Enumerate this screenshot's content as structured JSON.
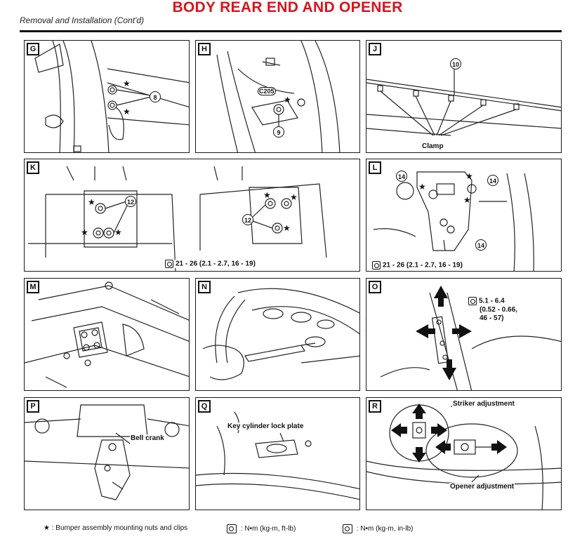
{
  "header": {
    "title": "BODY REAR END AND OPENER",
    "subtitle": "Removal and Installation (Cont'd)"
  },
  "colors": {
    "title": "#d8141c",
    "line": "#1a1a1a"
  },
  "panels": {
    "G": {
      "letter": "G",
      "callouts": [
        "8"
      ],
      "star": "★"
    },
    "H": {
      "letter": "H",
      "connector": "C205",
      "callouts": [
        "9"
      ],
      "star": "★"
    },
    "J": {
      "letter": "J",
      "callouts": [
        "10"
      ],
      "label": "Clamp"
    },
    "K": {
      "letter": "K",
      "callouts": [
        "12",
        "12"
      ],
      "star": "★",
      "torque": "21 - 26 (2.1 - 2.7, 16 - 19)"
    },
    "L": {
      "letter": "L",
      "callouts": [
        "14",
        "14",
        "14"
      ],
      "star": "★",
      "torque": "21 - 26 (2.1 - 2.7, 16 - 19)"
    },
    "M": {
      "letter": "M"
    },
    "N": {
      "letter": "N"
    },
    "O": {
      "letter": "O",
      "torque_lines": [
        "5.1 - 6.4",
        "(0.52 - 0.66,",
        "46 - 57)"
      ]
    },
    "P": {
      "letter": "P",
      "label": "Bell crank"
    },
    "Q": {
      "letter": "Q",
      "label": "Key cylinder lock plate"
    },
    "R": {
      "letter": "R",
      "label_striker": "Striker adjustment",
      "label_opener": "Opener adjustment"
    }
  },
  "legend": {
    "star_symbol": "★",
    "star_text": ": Bumper assembly mounting nuts and clips",
    "torque_ftlb": ": N•m  (kg-m,  ft-lb)",
    "torque_inlb": ": N•m  (kg-m,  in-lb)"
  }
}
